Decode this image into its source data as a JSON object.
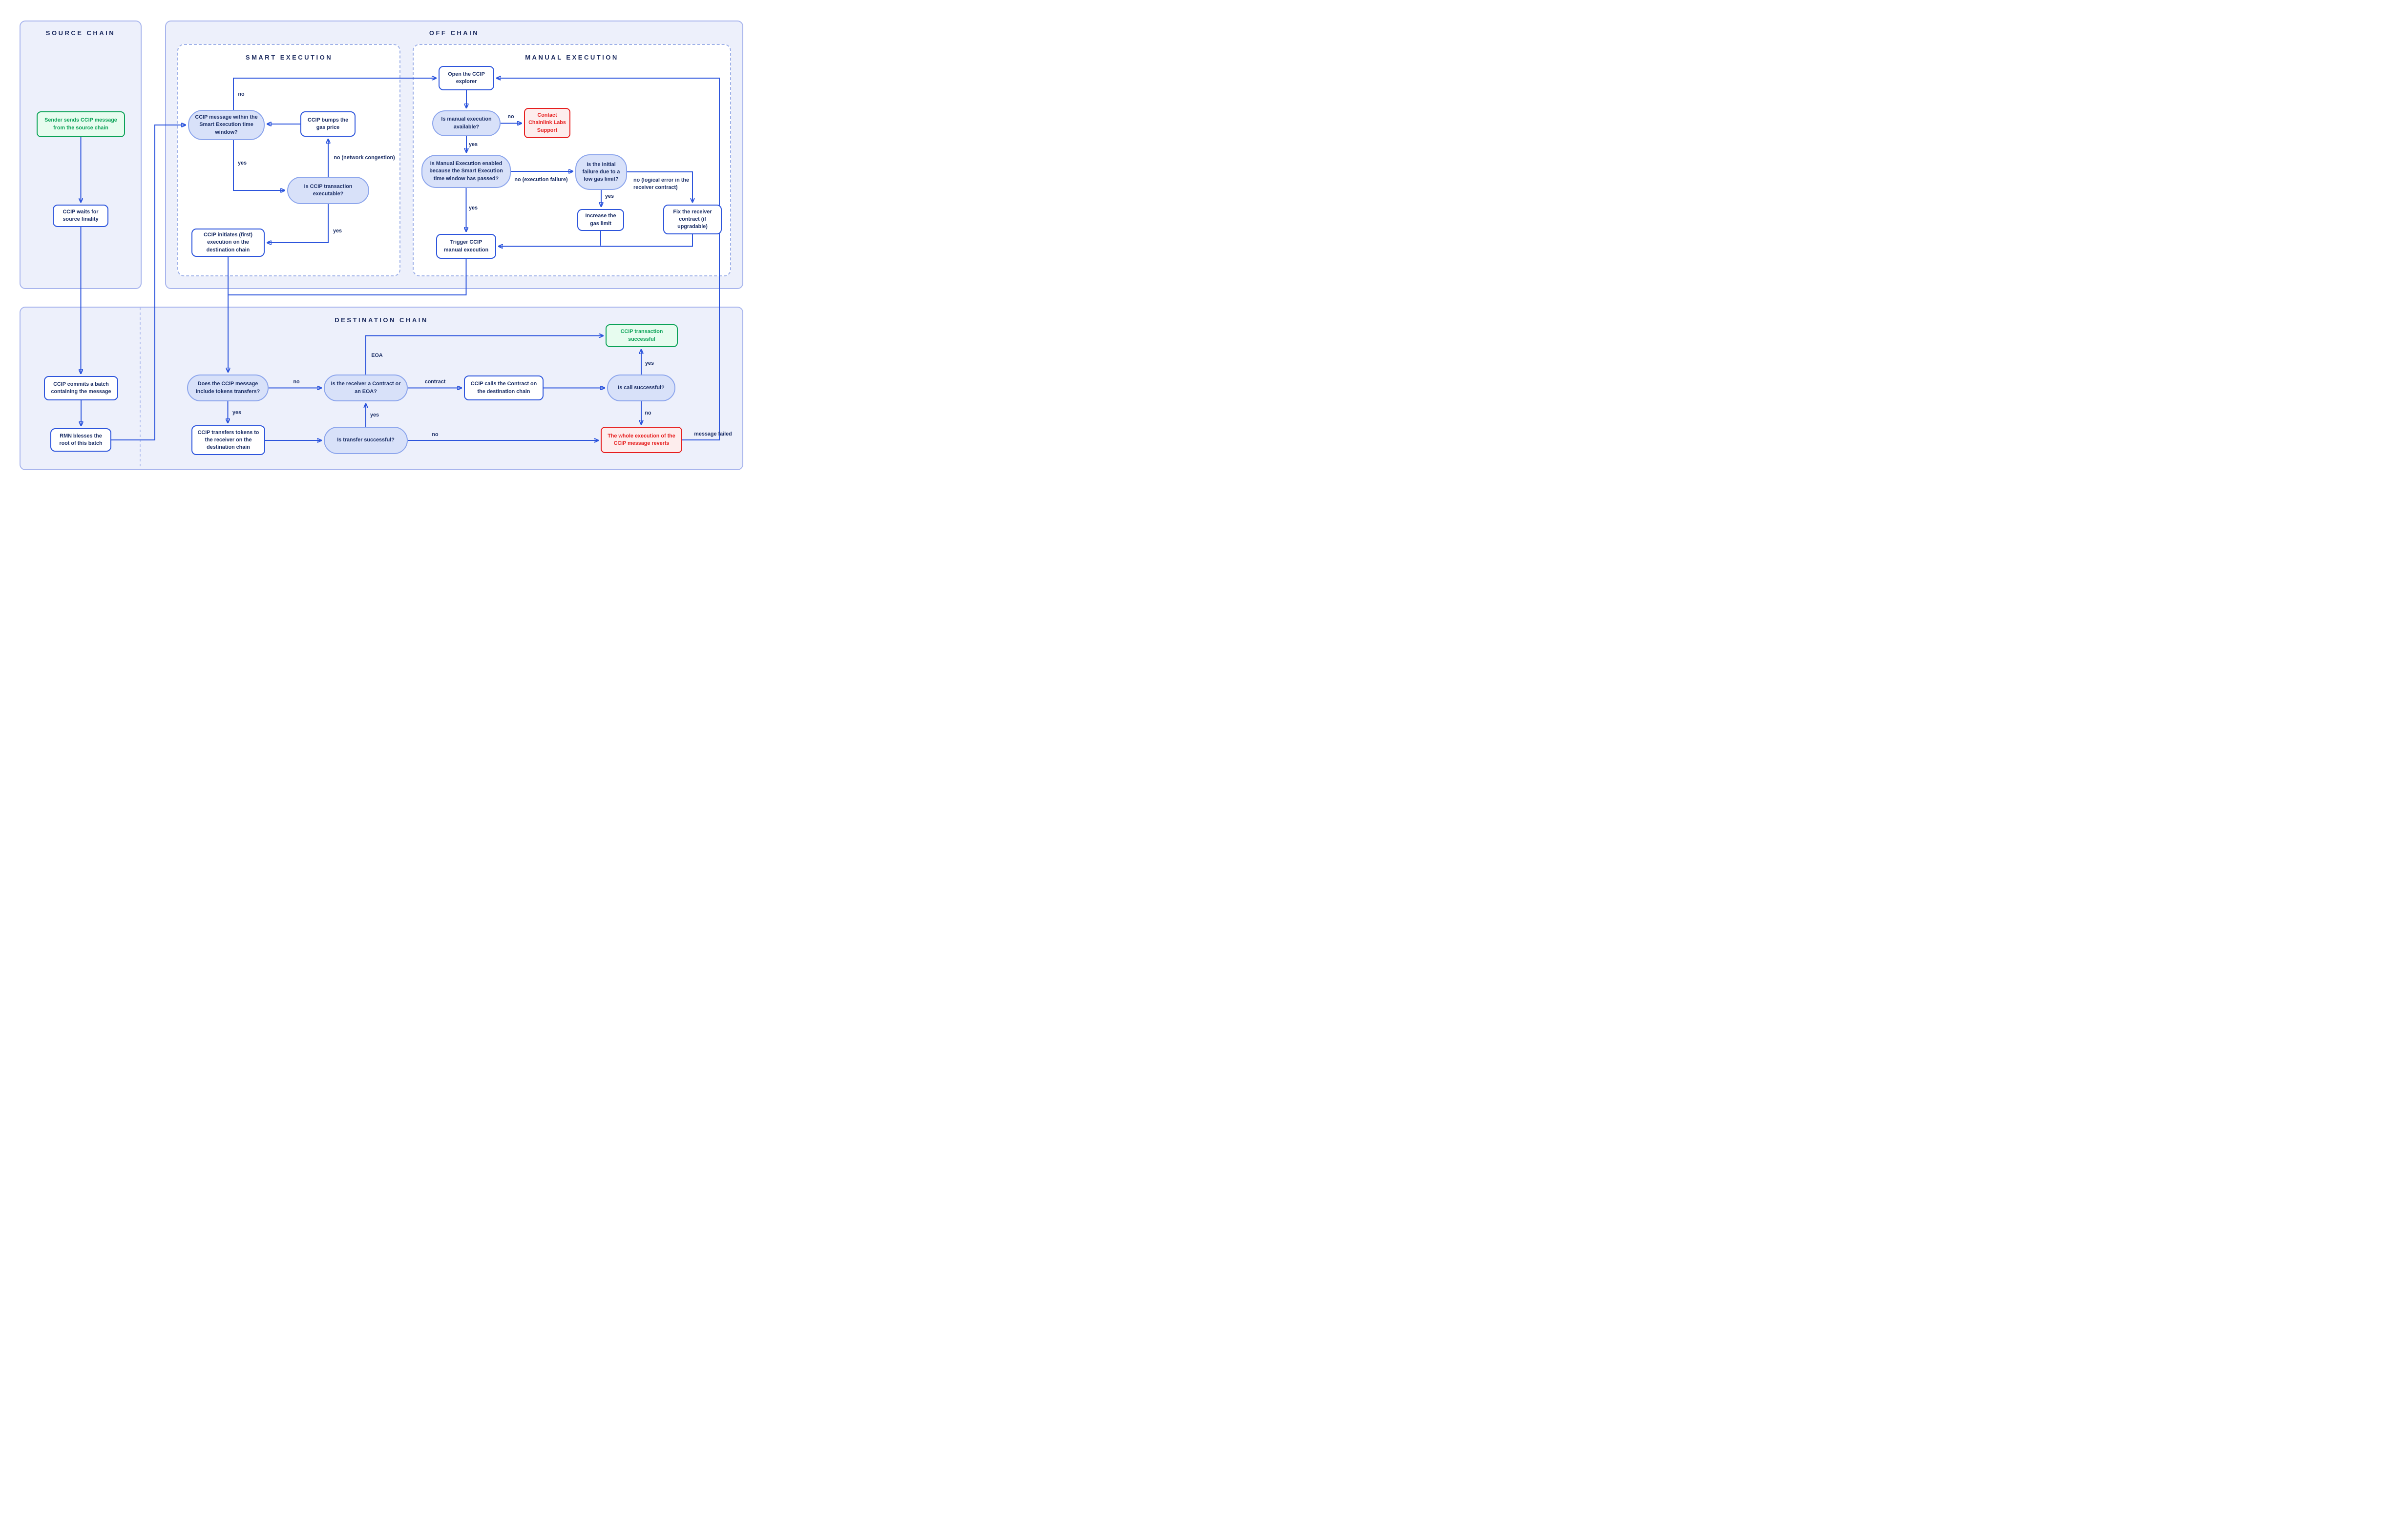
{
  "diagram": {
    "panels": {
      "source_chain": "SOURCE CHAIN",
      "off_chain": "OFF CHAIN",
      "smart_execution": "SMART EXECUTION",
      "manual_execution": "MANUAL EXECUTION",
      "destination_chain": "DESTINATION CHAIN"
    },
    "nodes": {
      "sender_sends": "Sender sends CCIP message from the source chain",
      "ccip_waits": "CCIP waits for source finality",
      "ccip_commits": "CCIP commits a batch containing the message",
      "rmn_blesses": "RMN blesses the root of this batch",
      "msg_within_window": "CCIP message within the Smart Execution time window?",
      "ccip_bumps": "CCIP bumps the gas price",
      "tx_executable": "Is CCIP transaction executable?",
      "ccip_initiates": "CCIP initiates (first) execution on the destination chain",
      "open_explorer": "Open the CCIP explorer",
      "manual_available": "Is manual execution available?",
      "contact_support": "Contact Chainlink Labs Support",
      "manual_enabled": "Is Manual Execution enabled because the Smart Execution time window has passed?",
      "initial_failure": "Is the initial failure due to a low gas limit?",
      "increase_gas": "Increase the gas limit",
      "fix_receiver": "Fix the receiver contract (if upgradable)",
      "trigger_manual": "Trigger CCIP manual execution",
      "does_tokens": "Does the CCIP message include tokens transfers?",
      "is_receiver": "Is the receiver a Contract or an EOA?",
      "ccip_calls": "CCIP calls the Contract on the destination chain",
      "call_successful": "Is call successful?",
      "tx_successful": "CCIP transaction successful",
      "ccip_transfers": "CCIP transfers tokens to the receiver on the destination chain",
      "transfer_successful": "Is transfer successful?",
      "whole_reverts": "The whole execution of the CCIP message reverts"
    },
    "edge_labels": {
      "yes": "yes",
      "no": "no",
      "no_network_congestion": "no (network congestion)",
      "no_execution_failure": "no (execution failure)",
      "no_logical_error": "no (logical error in the receiver contract)",
      "contract": "contract",
      "eoa": "EOA",
      "message_failed": "message failed"
    },
    "colors": {
      "line_blue": "#2d55dc",
      "navy_text": "#1c2f66",
      "panel_fill": "#edf0fb",
      "panel_border": "#a8b5ed",
      "decision_fill": "#d8e1f9",
      "decision_border": "#8ca5ec",
      "success_green": "#0ba257",
      "success_fill": "#e7fcef",
      "error_red": "#e61e1e",
      "error_fill": "#fdeded"
    }
  }
}
